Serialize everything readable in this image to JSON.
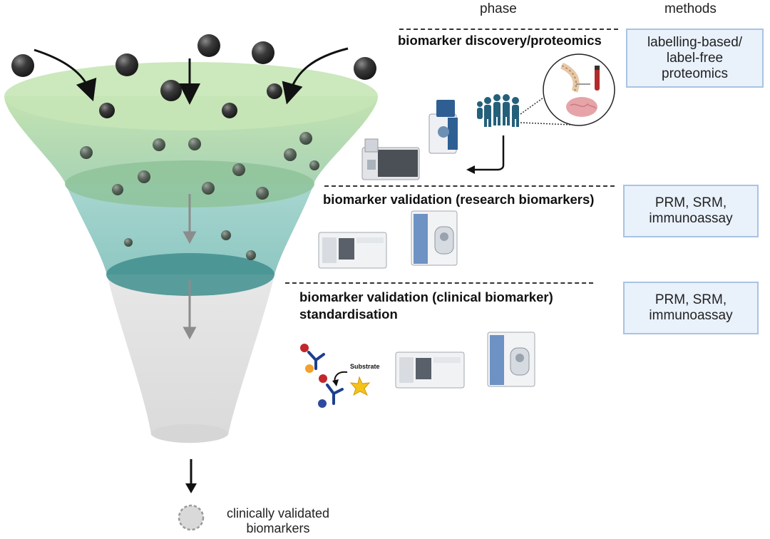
{
  "headers": {
    "phase": "phase",
    "methods": "methods"
  },
  "phases": [
    {
      "title_lines": [
        "biomarker discovery/proteomics"
      ],
      "method_lines": [
        "labelling-based/",
        "label-free",
        "proteomics"
      ]
    },
    {
      "title_lines": [
        "biomarker validation (research biomarkers)"
      ],
      "method_lines": [
        "PRM, SRM,",
        "immunoassay"
      ]
    },
    {
      "title_lines": [
        "biomarker validation (clinical biomarker)",
        "standardisation"
      ],
      "method_lines": [
        "PRM, SRM,",
        "immunoassay"
      ]
    }
  ],
  "assay_label": "Substrate",
  "outcome": {
    "lines": [
      "clinically validated",
      "biomarkers"
    ]
  },
  "colors": {
    "funnel_green": "#b9dba6",
    "funnel_teal": "#9ecfcb",
    "funnel_gray": "#e4e4e4",
    "ellipse_green": "#9ac58f",
    "ellipse_teal": "#5fa6a3",
    "ellipse_dark": "#3f8e8e",
    "method_box_fill": "#e9f1fb",
    "method_box_border": "#a9c3e3",
    "people": "#24607a"
  },
  "icons": [
    "funnel",
    "particle",
    "arrow-down",
    "mass-spectrometer",
    "lc-instrument",
    "patient-group",
    "brain-spine-blood-icon",
    "antibody-icon",
    "substrate-star-icon"
  ]
}
